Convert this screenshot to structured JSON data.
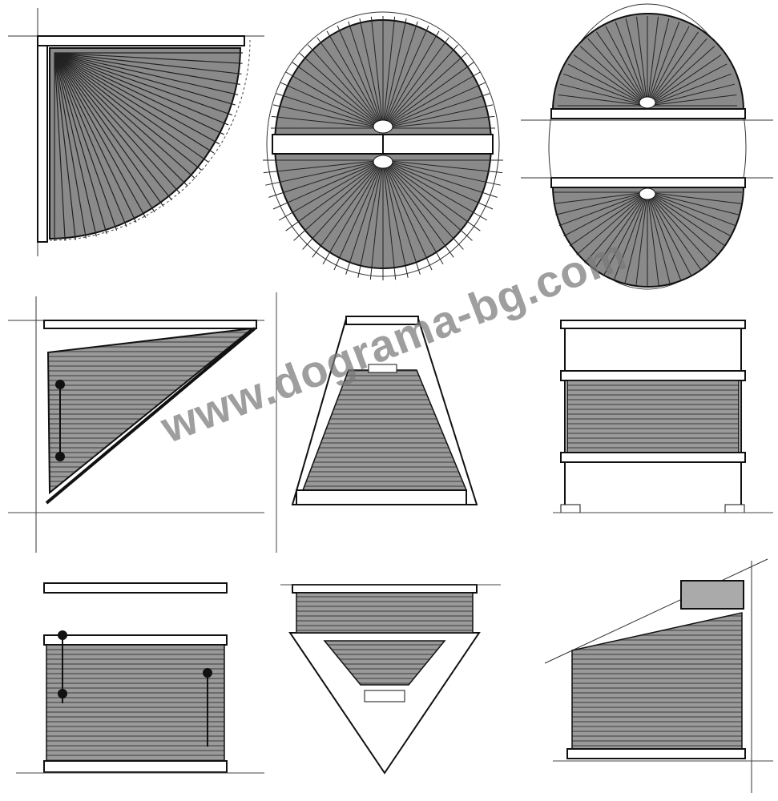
{
  "watermark": {
    "text": "www.dograma-bg.com",
    "color": "#7a7a7a"
  },
  "colors": {
    "ink": "#1a1a1a",
    "fabric": "#8c8c8c",
    "fabric_dark": "#5a5a5a",
    "frame": "#ffffff"
  },
  "panels": [
    {
      "name": "quarter-circle-shade"
    },
    {
      "name": "circular-window-shade"
    },
    {
      "name": "split-arch-shade"
    },
    {
      "name": "triangle-slanted-shade"
    },
    {
      "name": "trapezoid-shade"
    },
    {
      "name": "rectangle-top-down-bottom-up-shade"
    },
    {
      "name": "rectangle-cord-operated-shade"
    },
    {
      "name": "inverted-triangle-shade"
    },
    {
      "name": "slanted-top-shade"
    }
  ]
}
